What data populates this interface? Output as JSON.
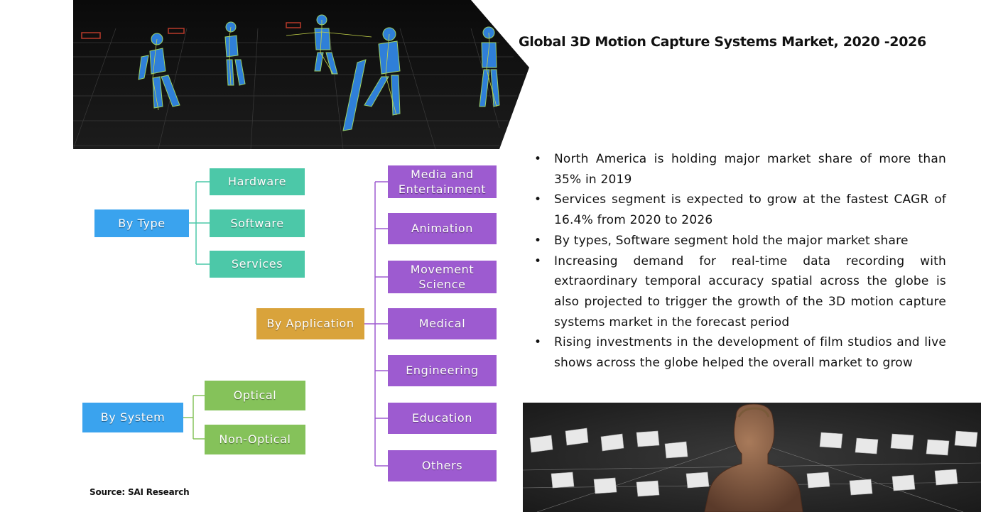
{
  "title": "Global 3D Motion Capture Systems Market, 2020 -2026",
  "segments": {
    "by_type": {
      "label": "By Type",
      "items": [
        "Hardware",
        "Software",
        "Services"
      ]
    },
    "by_application": {
      "label": "By Application",
      "items": [
        "Media and Entertainment",
        "Animation",
        "Movement Science",
        "Medical",
        "Engineering",
        "Education",
        "Others"
      ]
    },
    "by_system": {
      "label": "By System",
      "items": [
        "Optical",
        "Non-Optical"
      ]
    }
  },
  "highlights": [
    "North America is holding major  market share of more than 35% in 2019",
    "Services segment is expected to grow at the fastest CAGR of 16.4% from 2020 to 2026",
    "By types, Software segment hold the major market share",
    "Increasing demand for real-time data recording with extraordinary temporal accuracy spatial across the globe is also projected to trigger the growth of the 3D motion capture systems market in the forecast period",
    " Rising investments in the development of film studios and live shows across the globe helped the overall market to grow"
  ],
  "source": "Source: SAI Research",
  "colors": {
    "type_boxes": "#4cc8a8",
    "application_label": "#d9a33b",
    "application_boxes": "#9d5bd0",
    "type_system_labels": "#3aa3ee",
    "system_boxes": "#85c25a"
  }
}
